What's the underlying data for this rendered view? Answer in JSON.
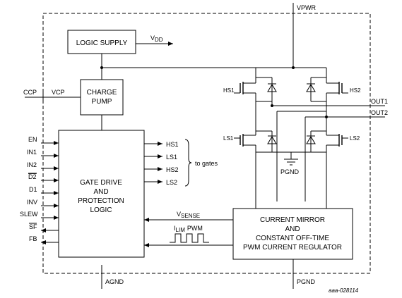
{
  "supply": {
    "vpwr": "VPWR",
    "vdd_main": "V",
    "vdd_sub": "DD"
  },
  "blocks": {
    "logic_supply": "LOGIC SUPPLY",
    "charge_pump": [
      "CHARGE",
      "PUMP"
    ],
    "gate_drive": [
      "GATE DRIVE",
      "AND",
      "PROTECTION",
      "LOGIC"
    ],
    "current_mirror": [
      "CURRENT MIRROR",
      "AND",
      "CONSTANT OFF-TIME",
      "PWM CURRENT REGULATOR"
    ]
  },
  "pins_left": {
    "ccp": "CCP",
    "vcp": "VCP",
    "inputs": [
      "EN",
      "IN1",
      "IN2",
      "D2",
      "D1",
      "INV",
      "SLEW",
      "SF",
      "FB"
    ]
  },
  "gate_outputs": [
    "HS1",
    "LS1",
    "HS2",
    "LS2"
  ],
  "to_gates": "to gates",
  "mosfets": {
    "hs1": "HS1",
    "hs2": "HS2",
    "ls1": "LS1",
    "ls2": "LS2"
  },
  "outputs": {
    "out1": "OUT1",
    "out2": "OUT2"
  },
  "grounds": {
    "pgnd_internal": "PGND",
    "agnd": "AGND",
    "pgnd_bottom": "PGND"
  },
  "signals": {
    "vsense_main": "V",
    "vsense_sub": "SENSE",
    "ilim_main": "I",
    "ilim_sub": "LIM",
    "pwm": "PWM"
  },
  "figure_id": "aaa-028114"
}
